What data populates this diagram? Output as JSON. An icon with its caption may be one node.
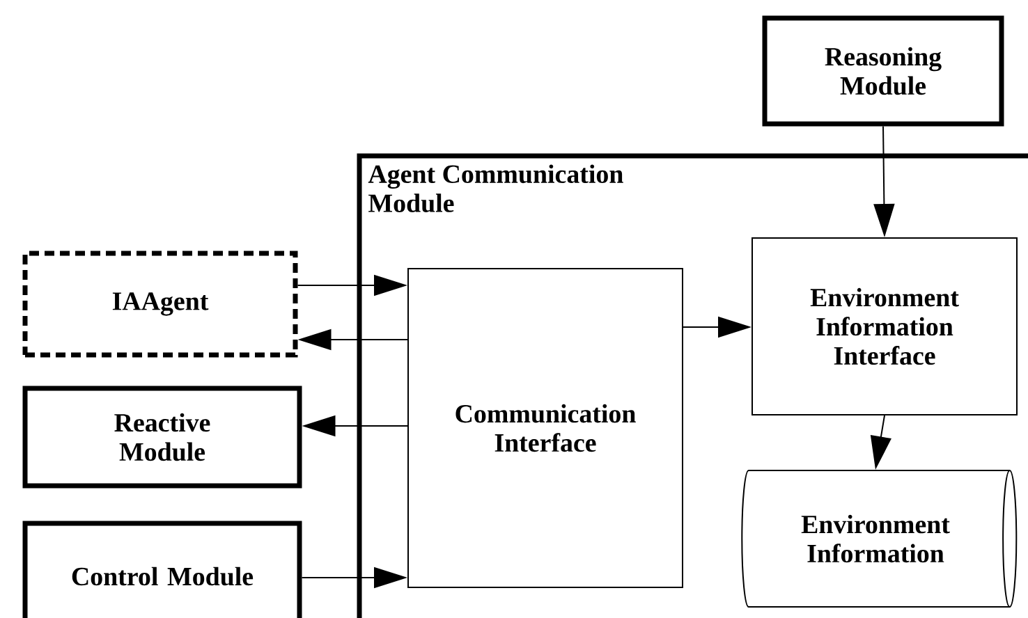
{
  "diagram": {
    "nodes": [
      {
        "text": [
          "Agent Communication Module"
        ]
      },
      {
        "text": [
          "IAAgent"
        ]
      },
      {
        "text": [
          "Reactive Module"
        ]
      },
      {
        "text": [
          "Control Module"
        ]
      },
      {
        "text": [
          "Communication Interface"
        ],
        "in": 0
      },
      {
        "text": [
          "Reasoning Module"
        ]
      },
      {
        "text": [
          "Environment Information Interface"
        ],
        "in": 0
      },
      {
        "text": [
          "Environment Information"
        ],
        "in": 0
      }
    ],
    "edges": [
      {
        "from": 1,
        "to": 4,
        "arrow": "to"
      },
      {
        "from": 4,
        "to": 1,
        "arrow": "to"
      },
      {
        "from": 4,
        "to": 2,
        "arrow": "to"
      },
      {
        "from": 3,
        "to": 4,
        "arrow": "to"
      },
      {
        "from": 4,
        "to": 6,
        "arrow": "to"
      },
      {
        "from": 5,
        "to": 6,
        "arrow": "to"
      },
      {
        "from": 6,
        "to": 7,
        "arrow": "to"
      }
    ]
  }
}
